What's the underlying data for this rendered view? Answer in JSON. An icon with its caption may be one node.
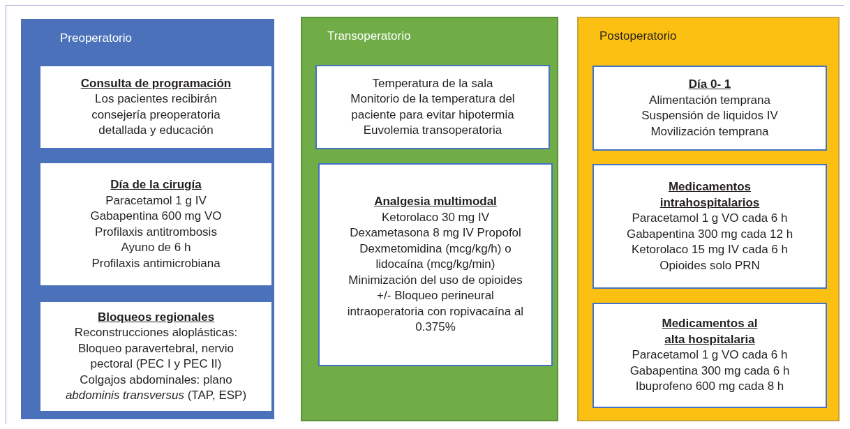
{
  "diagram": {
    "nodes": [
      {
        "text": [
          "Preoperatorio"
        ]
      },
      {
        "text": [
          "Consulta de programación",
          "Los pacientes recibirán consejería preoperatoria detallada y educación"
        ],
        "in": 0
      },
      {
        "text": [
          "Día de la cirugía",
          "Paracetamol 1 g IV",
          "Gabapentina 600 mg VO",
          "Profilaxis antitrombosis",
          "Ayuno de 6 h",
          "Profilaxis antimicrobiana"
        ],
        "in": 0
      },
      {
        "text": [
          "Bloqueos regionales",
          "Reconstrucciones aloplásticas: Bloqueo paravertebral, nervio pectoral (PEC I y PEC II)",
          "Colgajos abdominales: plano *abdominis transversus* (TAP, ESP)"
        ],
        "in": 0
      },
      {
        "text": [
          "Transoperatorio"
        ]
      },
      {
        "text": [
          "Temperatura de la sala",
          "Monitorio de la temperatura del paciente para evitar hipotermia",
          "Euvolemia transoperatoria"
        ],
        "in": 4
      },
      {
        "text": [
          "Analgesia multimodal",
          "Ketorolaco 30 mg IV",
          "Dexametasona 8 mg IV Propofol",
          "Dexmetomidina (mcg/kg/h) o lidocaína (mcg/kg/min)",
          "Minimización del uso de opioides",
          "+/- Bloqueo perineural intraoperatoria con ropivacaína al 0.375%"
        ],
        "in": 4
      },
      {
        "text": [
          "Postoperatorio"
        ]
      },
      {
        "text": [
          "Día 0- 1",
          "Alimentación temprana",
          "Suspensión de liquidos IV",
          "Movilización temprana"
        ],
        "in": 7
      },
      {
        "text": [
          "Medicamentos intrahospitalarios",
          "Paracetamol 1 g VO cada 6 h",
          "Gabapentina 300 mg cada 12 h",
          "Ketorolaco 15 mg IV cada 6 h",
          "Opioides solo PRN"
        ],
        "in": 7
      },
      {
        "text": [
          "Medicamentos al alta hospitalaria",
          "Paracetamol 1 g VO cada 6 h",
          "Gabapentina 300 mg cada 6 h",
          "Ibuprofeno 600 mg cada 8 h"
        ],
        "in": 7
      }
    ]
  }
}
